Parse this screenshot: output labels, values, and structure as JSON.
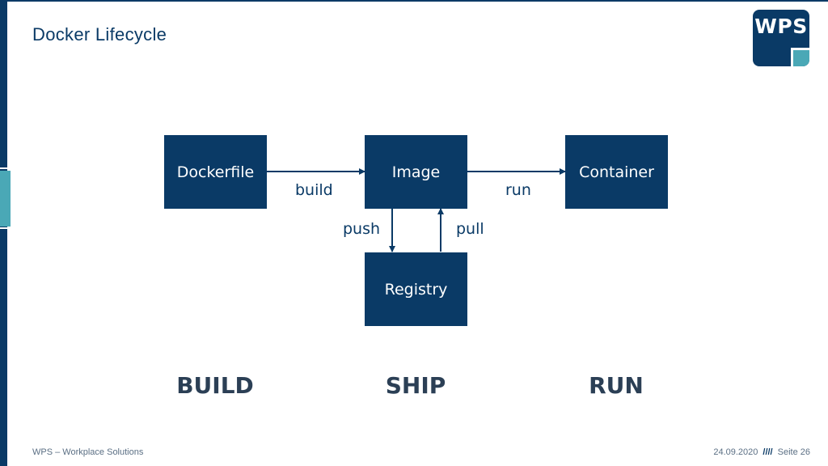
{
  "slide": {
    "title": "Docker Lifecycle"
  },
  "logo": {
    "text": "WPS"
  },
  "diagram": {
    "nodes": {
      "dockerfile": "Dockerfile",
      "image": "Image",
      "container": "Container",
      "registry": "Registry"
    },
    "edges": {
      "build": "build",
      "run": "run",
      "push": "push",
      "pull": "pull"
    },
    "phases": {
      "build": "BUILD",
      "ship": "SHIP",
      "run": "RUN"
    }
  },
  "footer": {
    "company": "WPS – Workplace Solutions",
    "date": "24.09.2020",
    "separator": "////",
    "page": "Seite 26"
  },
  "colors": {
    "primary": "#0a3a66",
    "accent": "#4aa8b6"
  }
}
